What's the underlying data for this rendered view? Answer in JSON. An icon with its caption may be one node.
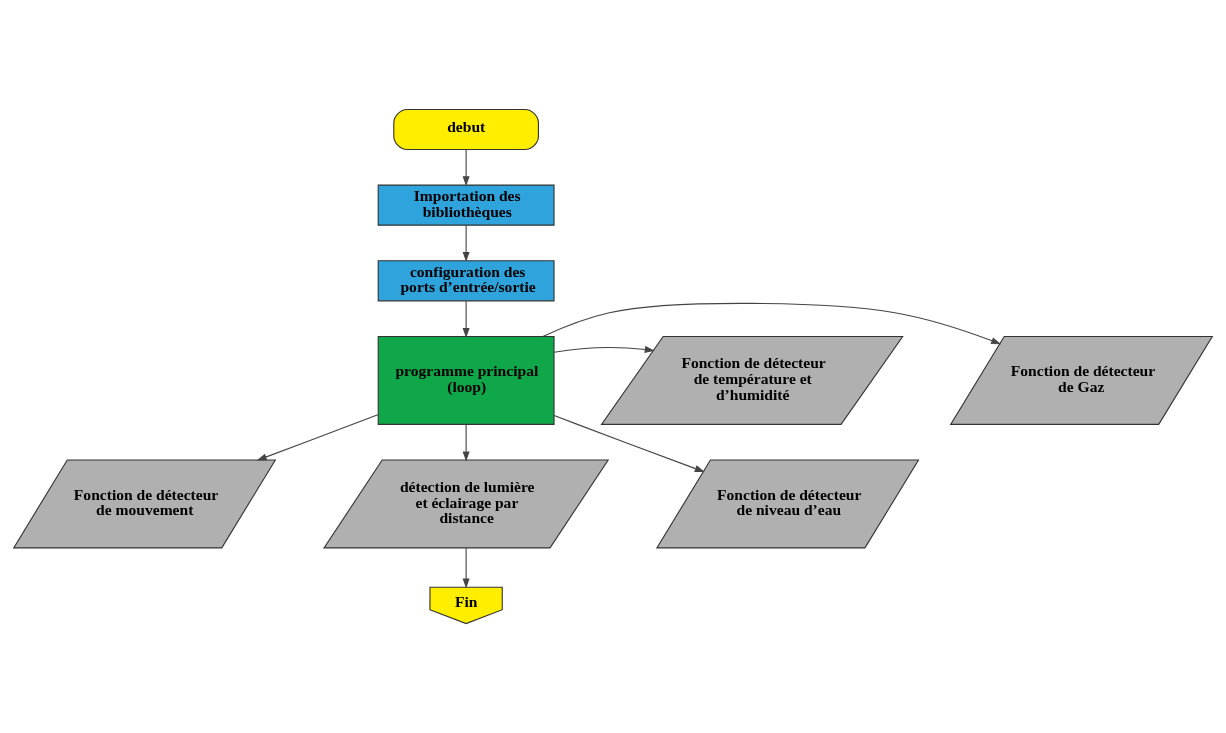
{
  "diagram": {
    "nodes": [
      {
        "text": [
          "debut"
        ]
      },
      {
        "text": [
          "Importation des bibliothèques"
        ]
      },
      {
        "text": [
          "configuration des ports d’entrée/sortie"
        ]
      },
      {
        "text": [
          "programme principal (loop)"
        ]
      },
      {
        "text": [
          "Fonction de détecteur de Gaz"
        ]
      },
      {
        "text": [
          "Fonction de détecteur de température et d’humidité"
        ]
      },
      {
        "text": [
          "Fonction de détecteur de mouvement"
        ]
      },
      {
        "text": [
          "détection de lumière et éclairage par distance"
        ]
      },
      {
        "text": [
          "Fonction de détecteur de niveau d’eau"
        ]
      },
      {
        "text": [
          "Fin"
        ]
      }
    ],
    "edges": [
      {
        "from": 0,
        "to": 1,
        "arrow": "to"
      },
      {
        "from": 1,
        "to": 2,
        "arrow": "to"
      },
      {
        "from": 2,
        "to": 3,
        "arrow": "to"
      },
      {
        "from": 3,
        "to": 4,
        "arrow": "to"
      },
      {
        "from": 3,
        "to": 5,
        "arrow": "to"
      },
      {
        "from": 3,
        "to": 6,
        "arrow": "to"
      },
      {
        "from": 3,
        "to": 7,
        "arrow": "to"
      },
      {
        "from": 3,
        "to": 8,
        "arrow": "to"
      },
      {
        "from": 7,
        "to": 9,
        "arrow": "to"
      }
    ]
  }
}
